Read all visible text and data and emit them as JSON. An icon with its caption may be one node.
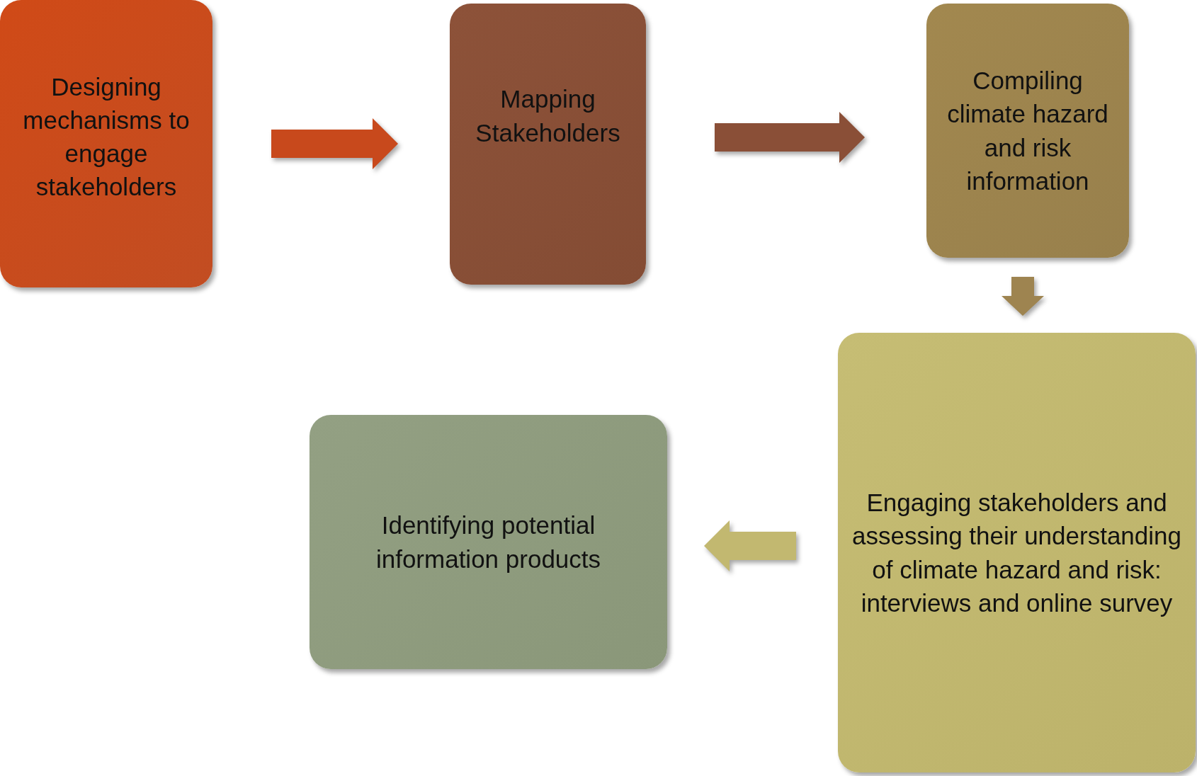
{
  "diagram": {
    "nodes": [
      {
        "text": [
          "Designing mechanisms to engage stakeholders"
        ]
      },
      {
        "text": [
          "Mapping Stakeholders"
        ]
      },
      {
        "text": [
          "Compiling climate hazard and risk information"
        ]
      },
      {
        "text": [
          "Engaging stakeholders and assessing their understanding of climate hazard and risk: interviews and online survey"
        ]
      },
      {
        "text": [
          "Identifying potential information products"
        ]
      }
    ],
    "edges": [
      {
        "from": 0,
        "to": 1,
        "arrow": "to",
        "style": "thick",
        "color": "#c8491c"
      },
      {
        "from": 1,
        "to": 2,
        "arrow": "to",
        "style": "thick",
        "color": "#8a4f37"
      },
      {
        "from": 2,
        "to": 3,
        "arrow": "to",
        "style": "thick",
        "color": "#9e8450"
      },
      {
        "from": 3,
        "to": 4,
        "arrow": "to",
        "style": "thick",
        "color": "#c2b870"
      }
    ]
  }
}
